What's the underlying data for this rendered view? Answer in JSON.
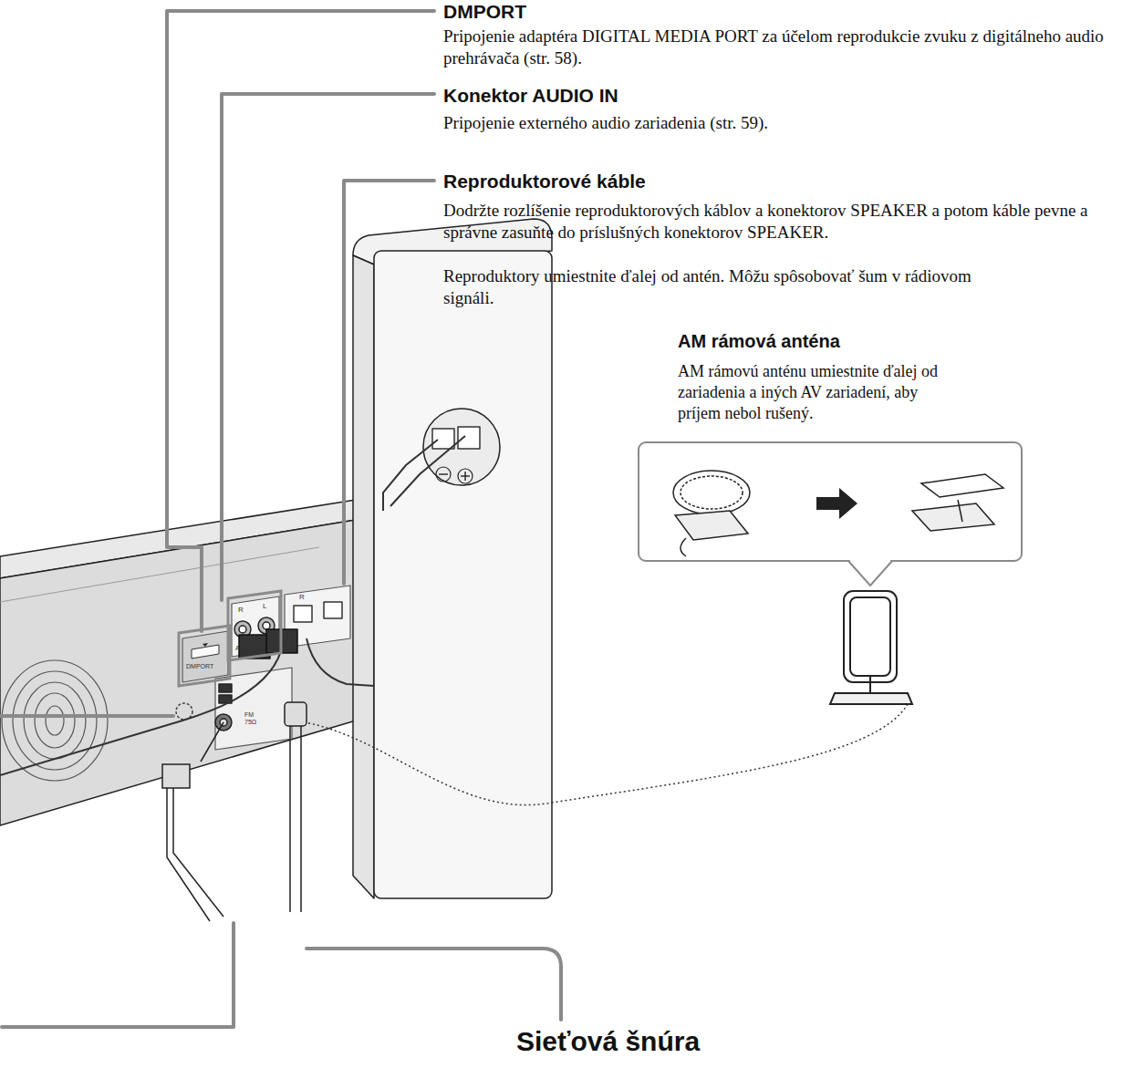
{
  "diagram": {
    "labels": [
      "DMPORT",
      "Pripojenie adaptéra DIGITAL MEDIA PORT za účelom reprodukcie zvuku z digitálneho audio prehrávača (str. 58).",
      "Konektor AUDIO IN",
      "Pripojenie externého audio zariadenia (str. 59).",
      "Reproduktorové káble",
      "Dodržte rozlíšenie reproduktorových káblov a konektorov SPEAKER a potom káble pevne a správne zasuňte do príslušných konektorov SPEAKER.",
      "Reproduktory umiestnite ďalej od antén. Môžu spôsobovať šum v rádiovom signáli.",
      "AM rámová anténa",
      "AM rámovú anténu umiestnite ďalej od zariadenia a iných AV zariadení, aby príjem nebol rušený.",
      "Sieťová šnúra",
      "DMPORT",
      "R",
      "L",
      "AUDIO IN",
      "R",
      "FM 75Ω"
    ]
  }
}
